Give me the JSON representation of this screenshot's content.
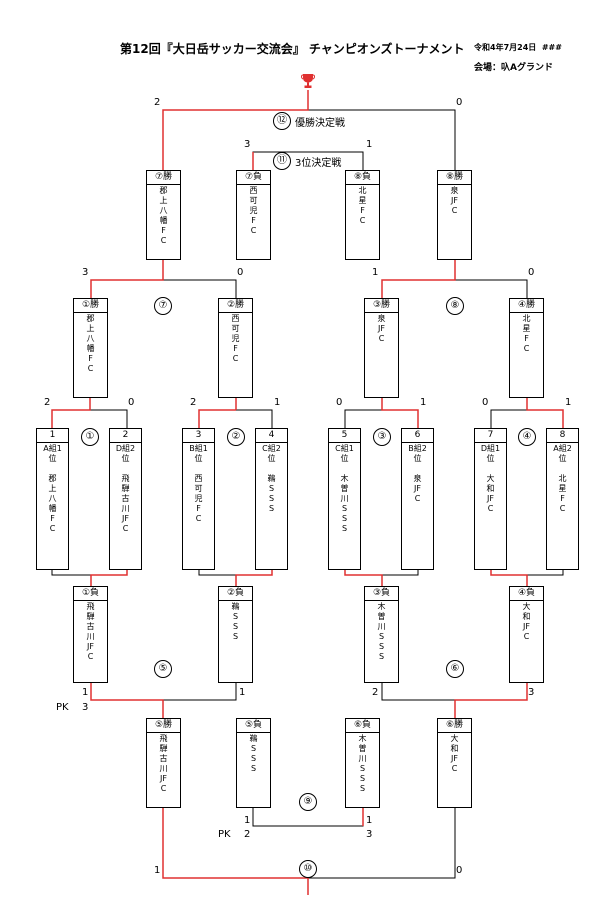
{
  "title": "第12回『大日岳サッカー交流会』 チャンピオンズトーナメント",
  "date": "令和4年7月24日",
  "date_mark": "###",
  "venue": "会場：叺Aグランド",
  "labels": {
    "final": "優勝決定戦",
    "third": "3位決定戦",
    "pk": "PK"
  },
  "circles": [
    "①",
    "②",
    "③",
    "④",
    "⑤",
    "⑥",
    "⑦",
    "⑧",
    "⑨",
    "⑩",
    "⑪",
    "⑫"
  ],
  "boxes": {
    "s1": {
      "hdr": "1",
      "grp": "A組1位",
      "team": "郡上八幡FC"
    },
    "s2": {
      "hdr": "2",
      "grp": "D組2位",
      "team": "飛騨古川JFC"
    },
    "s3": {
      "hdr": "3",
      "grp": "B組1位",
      "team": "西可児FC"
    },
    "s4": {
      "hdr": "4",
      "grp": "C組2位",
      "team": "鵜SSS"
    },
    "s5": {
      "hdr": "5",
      "grp": "C組1位",
      "team": "木曽川SSS"
    },
    "s6": {
      "hdr": "6",
      "grp": "B組2位",
      "team": "泉JFC"
    },
    "s7": {
      "hdr": "7",
      "grp": "D組1位",
      "team": "大和JFC"
    },
    "s8": {
      "hdr": "8",
      "grp": "A組2位",
      "team": "北星FC"
    },
    "w1": {
      "hdr": "①勝",
      "team": "郡上八幡FC"
    },
    "w2": {
      "hdr": "②勝",
      "team": "西可児FC"
    },
    "w3": {
      "hdr": "③勝",
      "team": "泉JFC"
    },
    "w4": {
      "hdr": "④勝",
      "team": "北星FC"
    },
    "w7": {
      "hdr": "⑦勝",
      "team": "郡上八幡FC"
    },
    "l7": {
      "hdr": "⑦負",
      "team": "西可児FC"
    },
    "l8": {
      "hdr": "⑧負",
      "team": "北星FC"
    },
    "w8": {
      "hdr": "⑧勝",
      "team": "泉JFC"
    },
    "l1": {
      "hdr": "①負",
      "team": "飛騨古川JFC"
    },
    "l2": {
      "hdr": "②負",
      "team": "鵜SSS"
    },
    "l3": {
      "hdr": "③負",
      "team": "木曽川SSS"
    },
    "l4": {
      "hdr": "④負",
      "team": "大和JFC"
    },
    "w5": {
      "hdr": "⑤勝",
      "team": "飛騨古川JFC"
    },
    "l5": {
      "hdr": "⑤負",
      "team": "鵜SSS"
    },
    "l6": {
      "hdr": "⑥負",
      "team": "木曽川SSS"
    },
    "w6": {
      "hdr": "⑥勝",
      "team": "大和JFC"
    }
  },
  "scores": {
    "m1": [
      "2",
      "0"
    ],
    "m2": [
      "2",
      "1"
    ],
    "m3": [
      "0",
      "1"
    ],
    "m4": [
      "0",
      "1"
    ],
    "m7": [
      "3",
      "0"
    ],
    "m8": [
      "1",
      "0"
    ],
    "m12": [
      "2",
      "0"
    ],
    "m11": [
      "3",
      "1"
    ],
    "m5": [
      "1",
      "1"
    ],
    "m5pk": "3",
    "m6": [
      "2",
      "3"
    ],
    "m9": [
      "1",
      "1"
    ],
    "m9pk": [
      "2",
      "3"
    ],
    "m10": [
      "1",
      "0"
    ]
  }
}
